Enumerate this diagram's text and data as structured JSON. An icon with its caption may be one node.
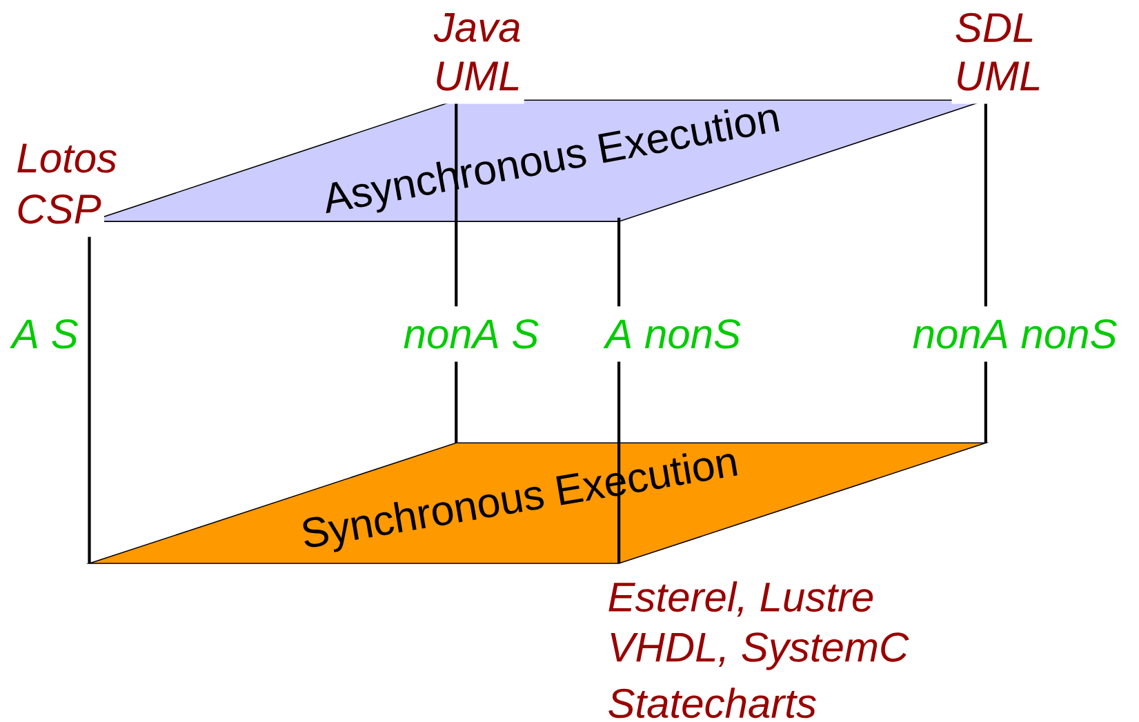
{
  "diagram": {
    "nodes": [
      {
        "text": [
          "Asynchronous Execution"
        ]
      },
      {
        "text": [
          "Synchronous Execution"
        ]
      }
    ],
    "edges": [
      {
        "from": 0,
        "to": 1,
        "arrow": "none"
      },
      {
        "from": 0,
        "to": 1,
        "arrow": "none"
      },
      {
        "from": 0,
        "to": 1,
        "arrow": "none"
      },
      {
        "from": 0,
        "to": 1,
        "arrow": "none"
      }
    ],
    "labels": [
      "Java",
      "UML",
      "SDL",
      "UML",
      "Lotos",
      "CSP",
      "A S",
      "nonA S",
      "A nonS",
      "nonA nonS",
      "Esterel, Lustre",
      "VHDL, SystemC",
      "Statecharts"
    ]
  }
}
